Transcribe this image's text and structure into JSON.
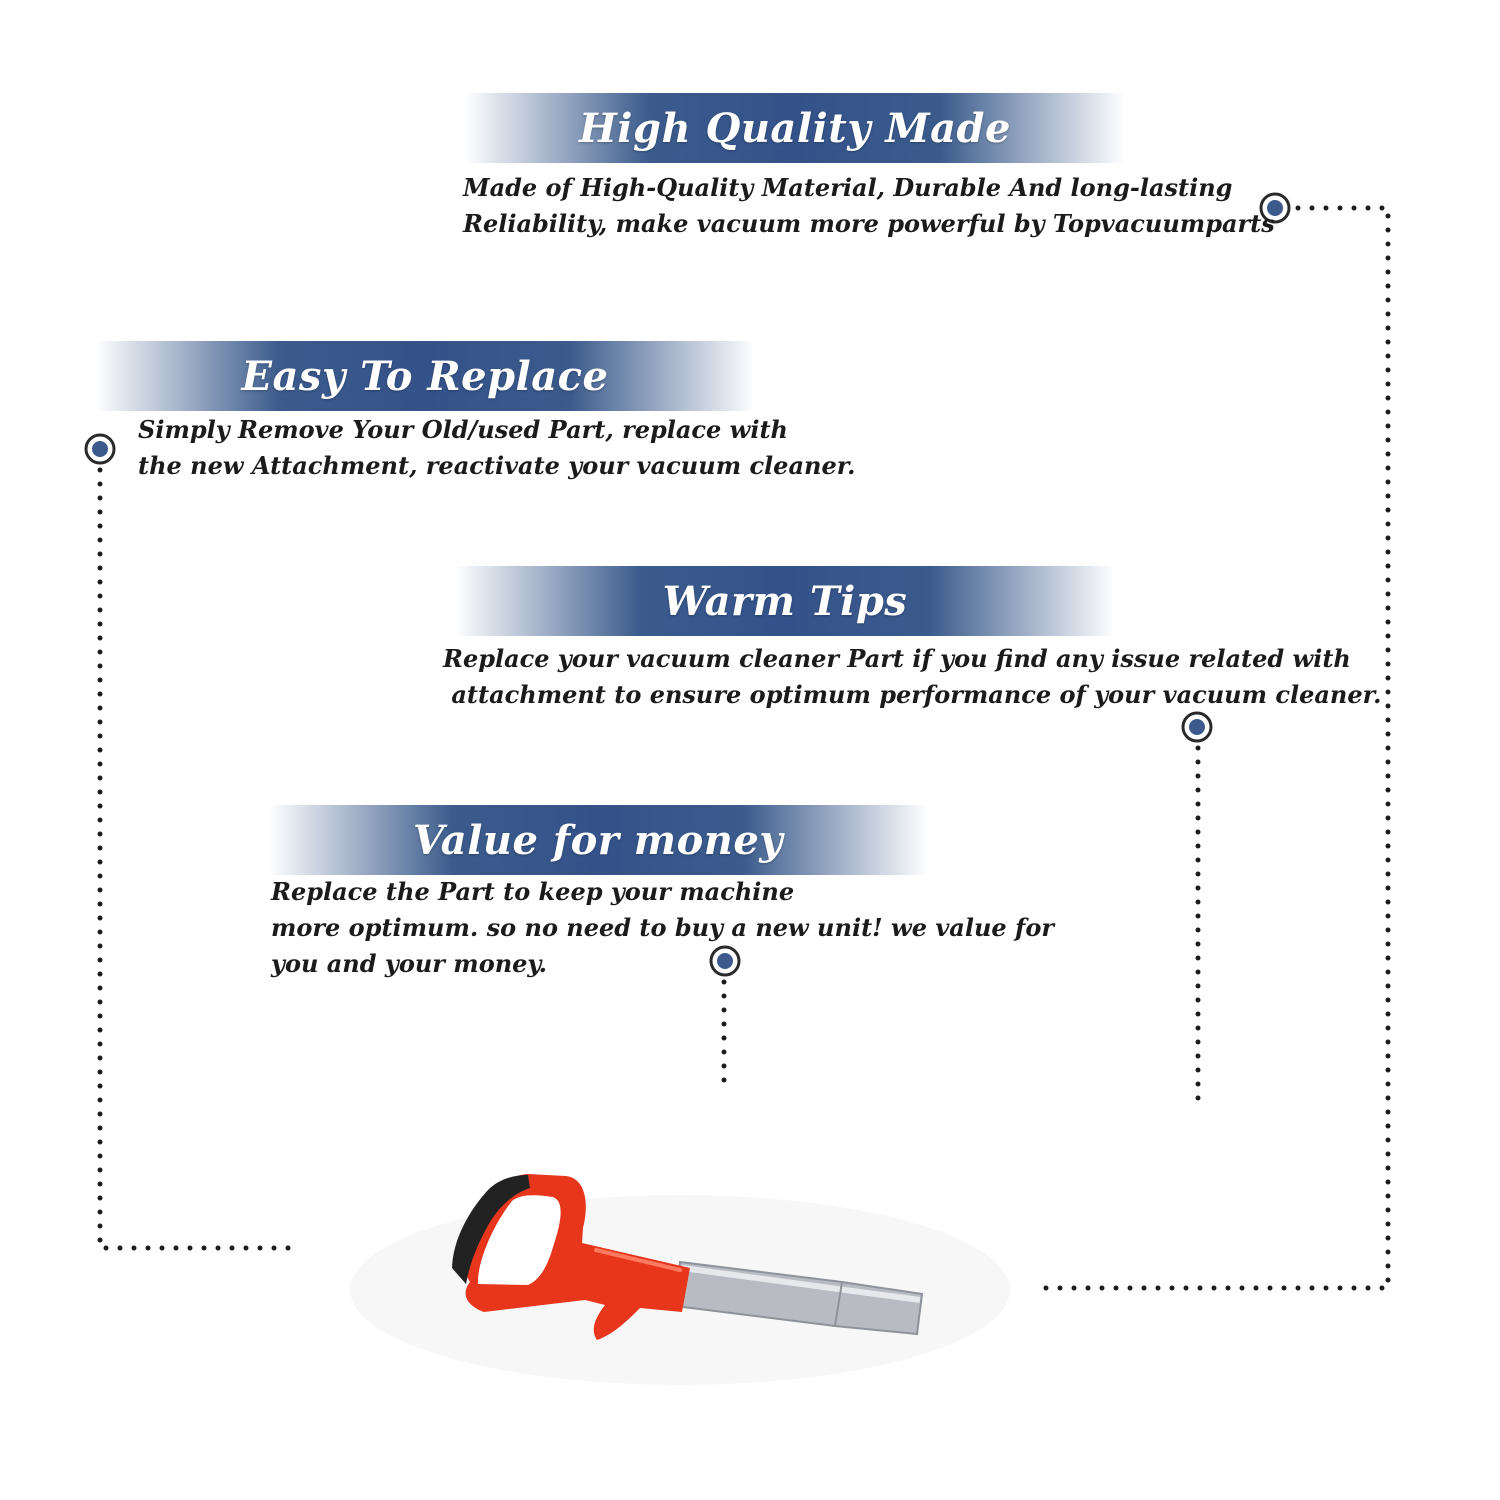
{
  "features": [
    {
      "title": "High Quality Made",
      "lines": [
        "Made of  High-Quality Material, Durable And long-lasting",
        "Reliability, make vacuum more powerful by Topvacuumparts"
      ]
    },
    {
      "title": "Easy To Replace",
      "lines": [
        "Simply Remove Your Old/used Part, replace with",
        "the new Attachment, reactivate your vacuum cleaner."
      ]
    },
    {
      "title": "Warm Tips",
      "lines": [
        "Replace your vacuum cleaner Part if you find any issue related with",
        " attachment to ensure optimum performance of your vacuum cleaner."
      ]
    },
    {
      "title": "Value for money",
      "lines": [
        "Replace the Part to keep your machine",
        "more optimum. so no need to buy a new unit! we value for",
        "you and your money."
      ]
    }
  ],
  "colors": {
    "banner": "#3b5b8c",
    "marker": "#3d5a8c",
    "text": "#1b1b1b",
    "handle_red": "#e8361d",
    "grip_black": "#222222",
    "tube_silver": "#b8bcc2"
  },
  "icons": [
    "bullet-marker-icon",
    "dotted-connector-line",
    "vacuum-handle-image"
  ]
}
